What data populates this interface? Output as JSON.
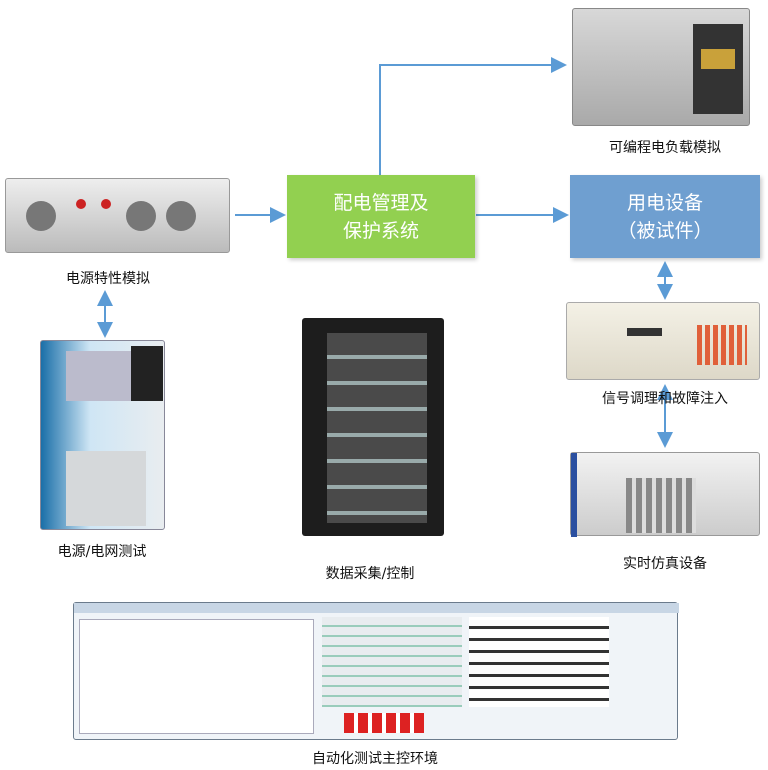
{
  "nodes": {
    "pdm": {
      "line1": "配电管理及",
      "line2": "保护系统",
      "color": "#92d050"
    },
    "dut": {
      "line1": "用电设备",
      "line2": "（被试件）",
      "color": "#6f9fd0"
    }
  },
  "labels": {
    "load_sim": "可编程电负载模拟",
    "power_sim": "电源特性模拟",
    "grid_test": "电源/电网测试",
    "daq": "数据采集/控制",
    "signal": "信号调理和故障注入",
    "rt_sim": "实时仿真设备",
    "host": "自动化测试主控环境"
  },
  "arrow_color": "#5b9bd5"
}
